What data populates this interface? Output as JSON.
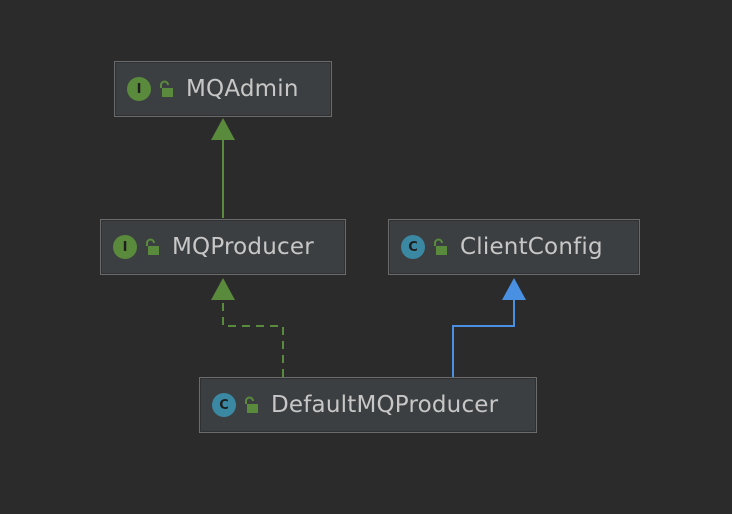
{
  "nodes": {
    "mqadmin": {
      "name": "MQAdmin",
      "kind": "interface",
      "badge": "I"
    },
    "mqproducer": {
      "name": "MQProducer",
      "kind": "interface",
      "badge": "I"
    },
    "clientconfig": {
      "name": "ClientConfig",
      "kind": "class",
      "badge": "C"
    },
    "defaultmqproducer": {
      "name": "DefaultMQProducer",
      "kind": "class",
      "badge": "C"
    }
  },
  "edges": [
    {
      "from": "MQProducer",
      "to": "MQAdmin",
      "type": "extends",
      "style": "solid",
      "color": "#5a8a3c"
    },
    {
      "from": "DefaultMQProducer",
      "to": "MQProducer",
      "type": "implements",
      "style": "dashed",
      "color": "#5a8a3c"
    },
    {
      "from": "DefaultMQProducer",
      "to": "ClientConfig",
      "type": "extends",
      "style": "solid",
      "color": "#4a90e2"
    }
  ],
  "colors": {
    "background": "#2b2b2b",
    "node_fill": "#3c3f41",
    "interface_badge": "#5a8a3c",
    "class_badge": "#3b88a3",
    "interface_arrow": "#5a8a3c",
    "class_arrow": "#4a90e2",
    "lock_icon": "#5a8a3c"
  },
  "icons": {
    "visibility": "open-lock-icon"
  }
}
